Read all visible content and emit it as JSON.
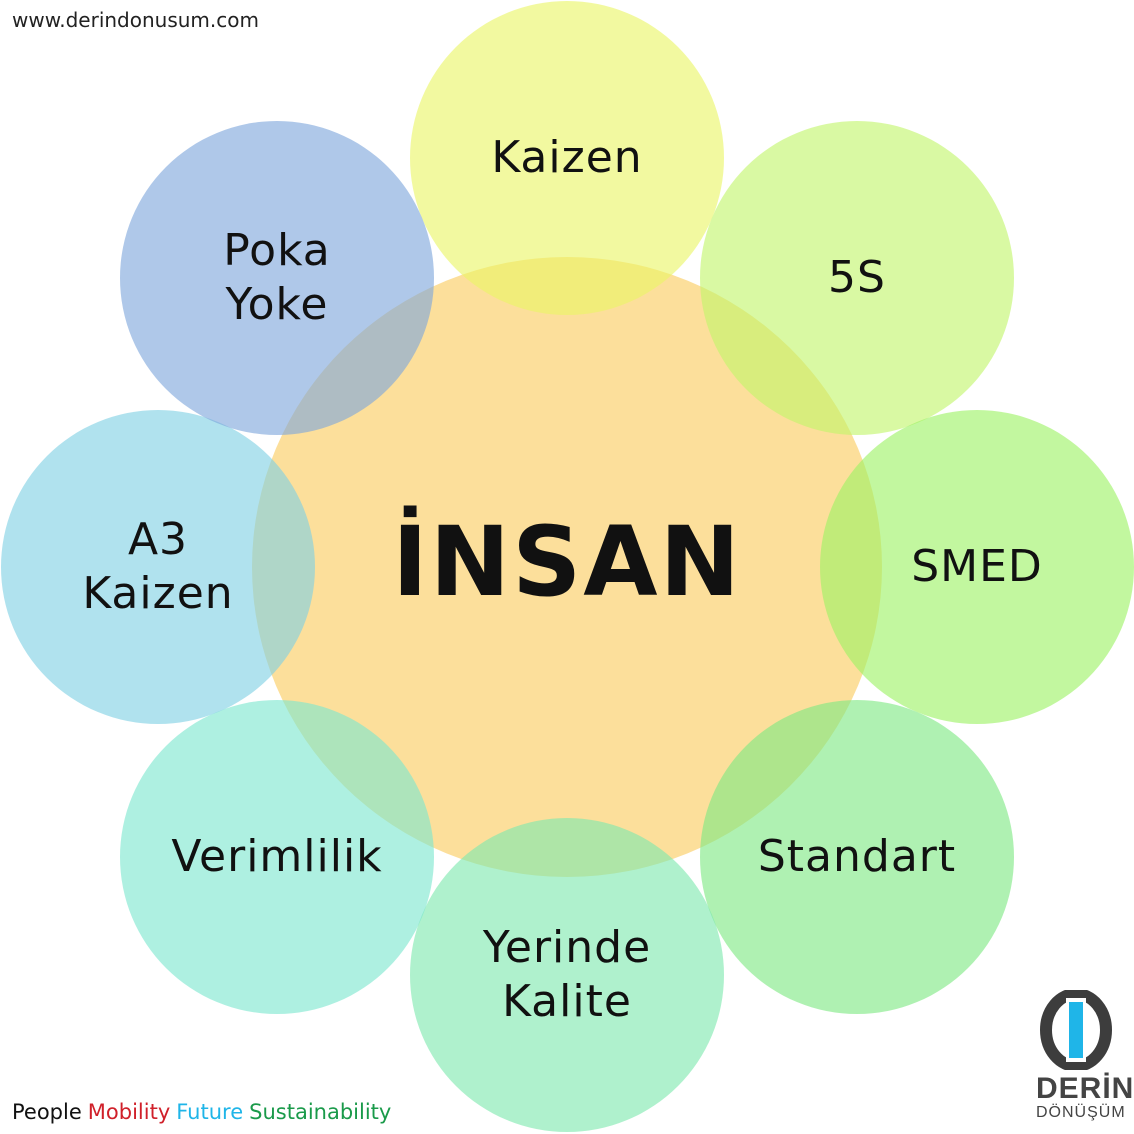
{
  "header": {
    "url": "www.derindonusum.com"
  },
  "center": {
    "label": "İNSAN",
    "color": "#fbd375"
  },
  "petals": [
    {
      "label": "Kaizen",
      "color": "#eaf565"
    },
    {
      "label": "5S",
      "color": "#c2f56b"
    },
    {
      "label": "SMED",
      "color": "#9cf264"
    },
    {
      "label": "Standart",
      "color": "#7ee982"
    },
    {
      "label": "Yerinde\nKalite",
      "color": "#7ee8ae"
    },
    {
      "label": "Verimlilik",
      "color": "#7de6cf"
    },
    {
      "label": "A3\nKaizen",
      "color": "#7fd0e3"
    },
    {
      "label": "Poka\nYoke",
      "color": "#7ea7db"
    }
  ],
  "tagline": [
    {
      "text": "People",
      "color": "#111111"
    },
    {
      "text": "Mobility",
      "color": "#d0202a"
    },
    {
      "text": "Future",
      "color": "#1fb5e8"
    },
    {
      "text": "Sustainability",
      "color": "#1a9a4a"
    }
  ],
  "logo": {
    "name": "DERİN",
    "sub": "DÖNÜŞÜM"
  }
}
